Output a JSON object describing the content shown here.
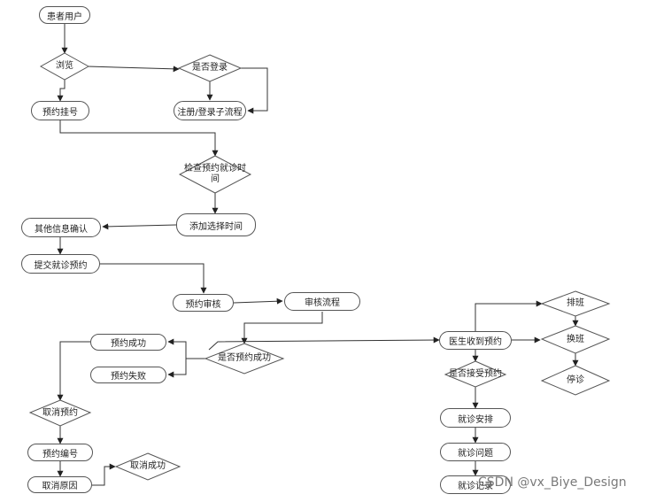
{
  "nodes": {
    "patient_user": "患者用户",
    "browse": "浏览",
    "is_logged_in": "是否登录",
    "register_login": "注册/登录子流程",
    "book_registration": "预约挂号",
    "check_time_line1": "检查预约就诊时",
    "check_time_line2": "间",
    "add_time": "添加选择时间",
    "other_info_confirm": "其他信息确认",
    "submit_booking": "提交就诊预约",
    "booking_review": "预约审核",
    "review_process": "审核流程",
    "booking_success": "预约成功",
    "booking_fail": "预约失败",
    "is_booking_success": "是否预约成功",
    "cancel_booking": "取消预约",
    "booking_number": "预约编号",
    "cancel_reason": "取消原因",
    "cancel_success": "取消成功",
    "doctor_receives": "医生收到预约",
    "accept_booking": "是否接受预约",
    "visit_arrangement": "就诊安排",
    "visit_issue": "就诊问题",
    "visit_record": "就诊记录",
    "schedule": "排班",
    "shift_change": "换班",
    "stop_clinic": "停诊"
  },
  "watermark": "CSDN @vx_Biye_Design"
}
